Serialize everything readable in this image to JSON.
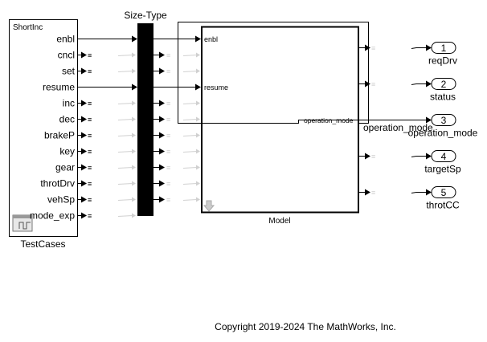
{
  "testcases": {
    "name": "TestCases",
    "title": "ShortInc",
    "ports": [
      "enbl",
      "cncl",
      "set",
      "resume",
      "inc",
      "dec",
      "brakeP",
      "key",
      "gear",
      "throtDrv",
      "vehSp",
      "mode_exp"
    ],
    "connected": [
      true,
      false,
      false,
      true,
      false,
      false,
      false,
      false,
      false,
      false,
      false,
      false
    ]
  },
  "sizetype": {
    "name": "Size-Type"
  },
  "model": {
    "name": "Model",
    "inports": [
      "enbl",
      "resume"
    ],
    "outport_label": "operation_mode"
  },
  "signal_label": "operation_mode",
  "outports": [
    {
      "num": "1",
      "name": "reqDrv"
    },
    {
      "num": "2",
      "name": "status"
    },
    {
      "num": "3",
      "name": "operation_mode"
    },
    {
      "num": "4",
      "name": "targetSp"
    },
    {
      "num": "5",
      "name": "throtCC"
    }
  ],
  "copyright": "Copyright 2019-2024 The MathWorks, Inc.",
  "colors": {
    "faded": "#d0d0d0",
    "line": "#000000"
  }
}
